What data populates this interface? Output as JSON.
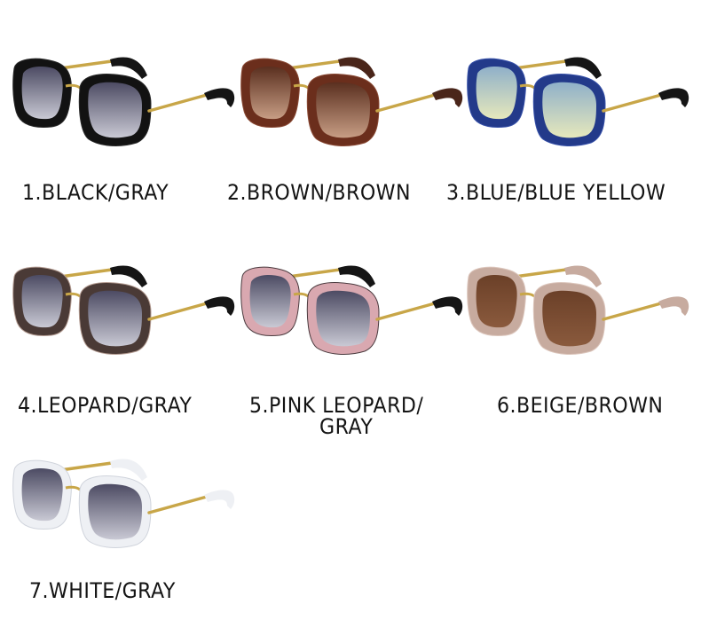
{
  "variants": [
    {
      "label": "1.BLACK/GRAY",
      "frame": "#121212",
      "frame_edge": "#2a2a2a",
      "lens_top": "#4c4b63",
      "lens_bottom": "#c9c9d4",
      "tip": "#151515"
    },
    {
      "label": "2.BROWN/BROWN",
      "frame": "#6b2e1c",
      "frame_edge": "#8a4a35",
      "lens_top": "#5a2f1f",
      "lens_bottom": "#c79d84",
      "tip": "#4a261a"
    },
    {
      "label": "3.BLUE/BLUE YELLOW",
      "frame": "#233a8a",
      "frame_edge": "#3650a8",
      "lens_top": "#8fb0c9",
      "lens_bottom": "#e6e8bc",
      "tip": "#151515"
    },
    {
      "label": "4.LEOPARD/GRAY",
      "frame": "#4a3a36",
      "frame_edge": "#b49c92",
      "lens_top": "#4c4b63",
      "lens_bottom": "#c9c9d4",
      "tip": "#151515"
    },
    {
      "label": "5.PINK LEOPARD/",
      "label2": "GRAY",
      "frame": "#d9a8b0",
      "frame_edge": "#4a3a3e",
      "lens_top": "#4c4b63",
      "lens_bottom": "#c9c9d4",
      "tip": "#151515"
    },
    {
      "label": "6.BEIGE/BROWN",
      "frame": "#c7ab9f",
      "frame_edge": "#dcc6bc",
      "lens_top": "#6b4028",
      "lens_bottom": "#8a5a3d",
      "tip": "#c7ab9f"
    },
    {
      "label": "7.WHITE/GRAY",
      "frame": "#eef0f4",
      "frame_edge": "#d0d4dc",
      "lens_top": "#4c4b63",
      "lens_bottom": "#c9c9d4",
      "tip": "#eef0f4"
    }
  ],
  "colors": {
    "temple_metal": "#c8a648",
    "text": "#141414",
    "background": "#ffffff"
  }
}
